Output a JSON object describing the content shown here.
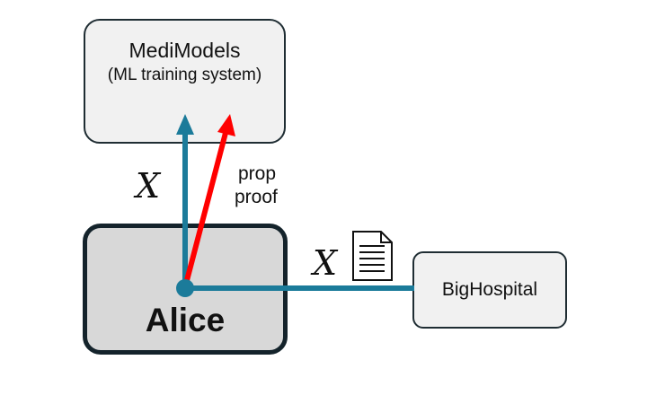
{
  "nodes": {
    "medimodels": {
      "title": "MediModels",
      "subtitle": "(ML training system)"
    },
    "alice": {
      "label": "Alice"
    },
    "bighospital": {
      "label": "BigHospital"
    }
  },
  "edges": {
    "to_medimodels_blue_label": "X",
    "to_medimodels_red_label_line1": "prop",
    "to_medimodels_red_label_line2": "proof",
    "to_bighospital_label": "X"
  },
  "colors": {
    "blue_arrow": "#1b7b9a",
    "red_arrow": "#ff0000",
    "box_border": "#1f2d33"
  },
  "icons": {
    "document": "document-icon"
  }
}
